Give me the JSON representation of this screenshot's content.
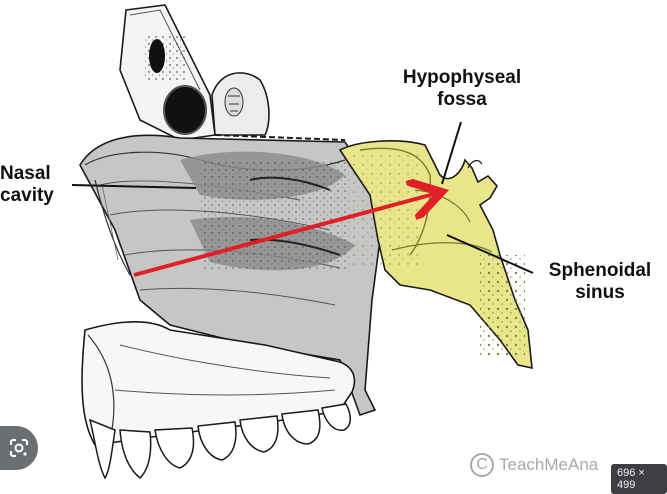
{
  "labels": {
    "nasal_line1": "Nasal",
    "nasal_line2": "cavity",
    "hypo_line1": "Hypophyseal",
    "hypo_line2": "fossa",
    "sphen_line1": "Sphenoidal",
    "sphen_line2": "sinus"
  },
  "watermark": {
    "symbol": "C",
    "text": "TeachMeAna"
  },
  "size_badge": "696 × 499",
  "icons": {
    "lens": "google-lens-icon"
  },
  "colors": {
    "sphenoid_fill": "#e8e58a",
    "arrow": "#e01f26",
    "bone_shade": "#b9b9b9",
    "outline": "#1a1a1a"
  }
}
